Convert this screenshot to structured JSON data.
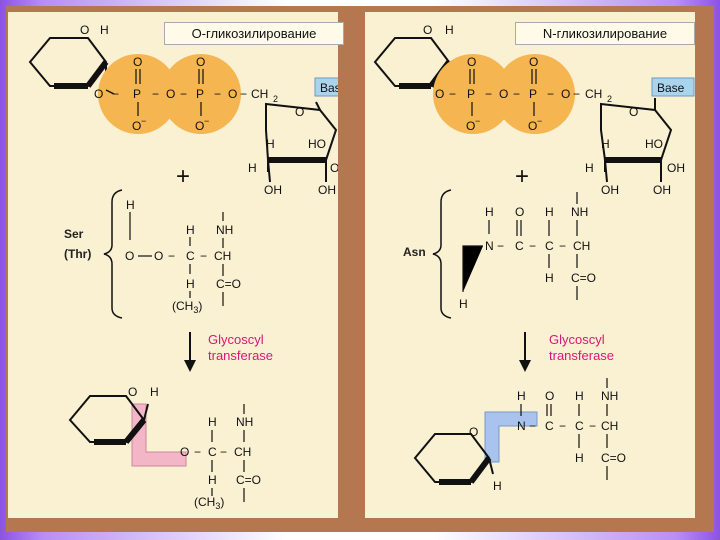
{
  "panels": {
    "o": {
      "title": "О-гликозилирование",
      "amino_acid_label": [
        "Ser",
        "(Thr)"
      ],
      "sidechain_group": "(CH",
      "sidechain_sub": "3",
      "sidechain_close": ")",
      "enzyme": [
        "Glycoscyl",
        "transferase"
      ],
      "linkage_color": "#f3b6c6"
    },
    "n": {
      "title": "N-гликозилирование",
      "amino_acid_label": [
        "Asn"
      ],
      "enzyme": [
        "Glycoscyl",
        "transferase"
      ],
      "linkage_color": "#a9c3ee"
    }
  },
  "atoms": {
    "O": "O",
    "H": "H",
    "N": "N",
    "C": "C",
    "P": "P",
    "NH": "NH",
    "CH": "CH",
    "HO": "HO",
    "OH": "OH",
    "CH2": "CH",
    "sub2": "2",
    "minus": "−",
    "Cdbl": "C=O",
    "plus": "+"
  },
  "base_label": "Base",
  "colors": {
    "frame": "#b5774f",
    "panel": "#faf0d2",
    "phosphate": "#f5b551",
    "base_box": "#aad3ec",
    "enzyme_text": "#d6197a"
  }
}
